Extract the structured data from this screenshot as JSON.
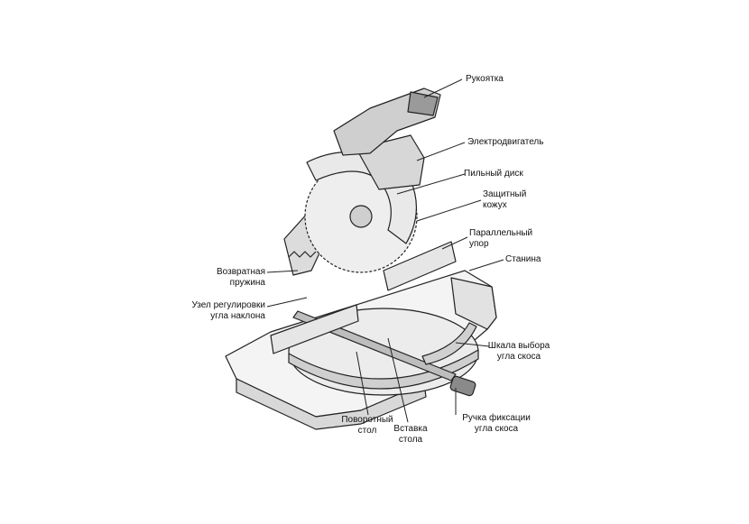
{
  "labels": {
    "handle": "Рукоятка",
    "motor": "Электродвигатель",
    "saw_blade": "Пильный диск",
    "guard": "Защитный\nкожух",
    "fence": "Параллельный\nупор",
    "base": "Станина",
    "return_spring": "Возвратная\nпружина",
    "tilt_adjust": "Узел регулировки\nугла наклона",
    "bevel_scale": "Шкала выбора\nугла скоса",
    "rotary_table": "Поворотный\nстол",
    "table_insert": "Вставка\nстола",
    "bevel_lock_knob": "Ручка фиксации\nугла скоса"
  },
  "colors": {
    "line": "#222222",
    "fill": "#f4f4f4",
    "shade": "#c9c9c9",
    "dark": "#8a8a8a"
  }
}
